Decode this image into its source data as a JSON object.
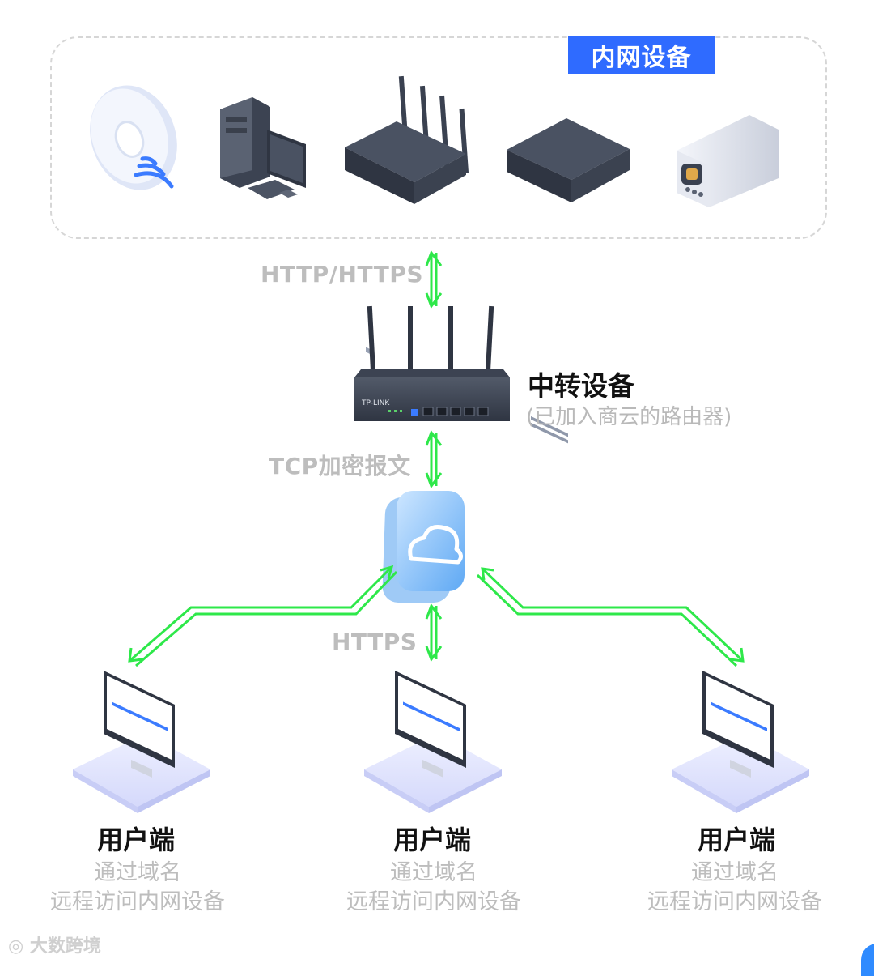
{
  "internal": {
    "badge": "内网设备"
  },
  "protocols": {
    "top": "HTTP/HTTPS",
    "middle": "TCP加密报文",
    "bottom": "HTTPS"
  },
  "relay": {
    "title": "中转设备",
    "subtitle": "(已加入商云的路由器)",
    "brand": "TP-LINK"
  },
  "clients": [
    {
      "title": "用户端",
      "line1": "通过域名",
      "line2": "远程访问内网设备"
    },
    {
      "title": "用户端",
      "line1": "通过域名",
      "line2": "远程访问内网设备"
    },
    {
      "title": "用户端",
      "line1": "通过域名",
      "line2": "远程访问内网设备"
    }
  ],
  "watermark": "大数跨境",
  "colors": {
    "accent": "#2f6bff",
    "arrow": "#2ee84a",
    "muted": "#bdbdbd"
  }
}
